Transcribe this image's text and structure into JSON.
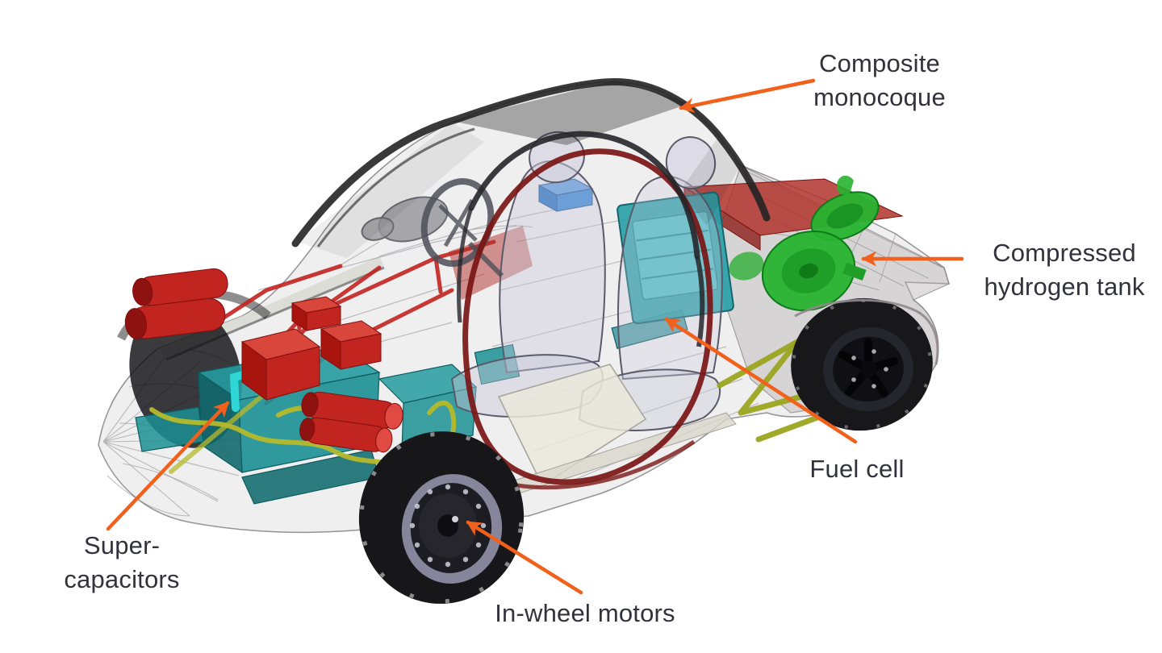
{
  "diagram": {
    "annotations": [
      {
        "id": "composite-monocoque",
        "text": "Composite\nmonocoque"
      },
      {
        "id": "compressed-hydrogen-tank",
        "text": "Compressed\nhydrogen tank"
      },
      {
        "id": "fuel-cell",
        "text": "Fuel cell"
      },
      {
        "id": "super-capacitors",
        "text": "Super-\ncapacitors"
      },
      {
        "id": "in-wheel-motors",
        "text": "In-wheel motors"
      }
    ],
    "colors": {
      "background": "#ffffff",
      "annotation_arrow": "#f1611c",
      "annotation_text": "#32323c",
      "powertrain_red": "#c22420",
      "powertrain_red_dark": "#8e1210",
      "powertrain_red_light": "#d8463c",
      "supercapacitor_teal": "#1b8f93",
      "supercapacitor_teal_dark": "#11696e",
      "supercapacitor_highlight": "#2fd6d6",
      "fuel_cell_teal": "#2aa0a8",
      "fuel_cell_inner": "#54c3c9",
      "hydrogen_tank_green": "#27b32f",
      "hydrogen_tank_green_dark": "#0e7a18",
      "harness_yellow": "#b5b92b",
      "subframe_olive": "#9aa41f",
      "chassis_dark_red": "#7a1515",
      "tire_black": "#17171a",
      "rim_lavender": "#918fa6",
      "body_shell_gray": "#b4aeb2",
      "electronics_blue": "#2f83d6"
    }
  }
}
